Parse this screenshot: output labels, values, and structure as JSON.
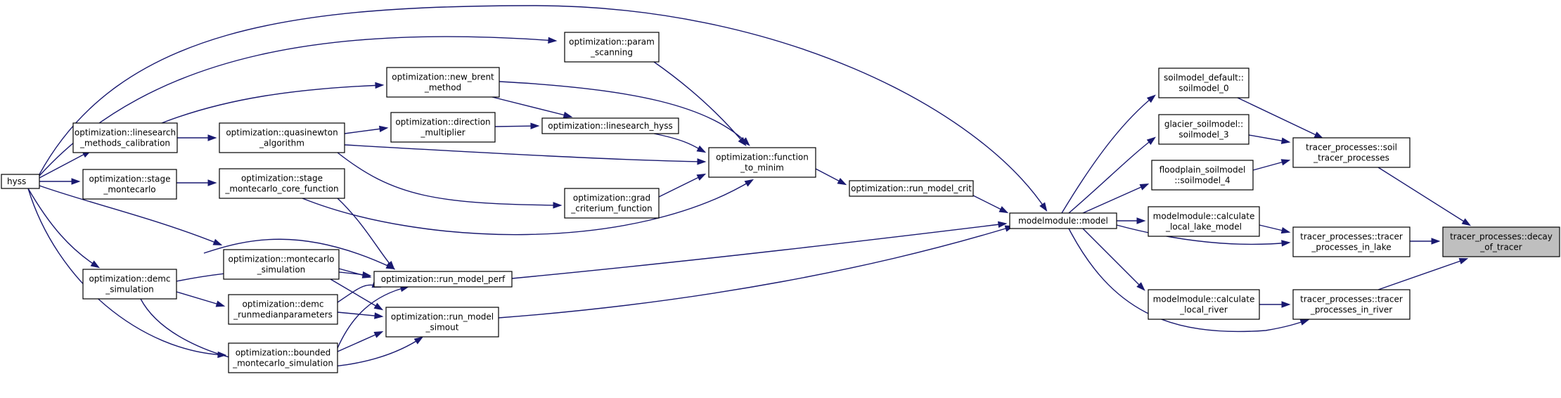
{
  "title": "call graph",
  "colors": {
    "edge": "#191970",
    "node_fill": "#ffffff",
    "focus_fill": "#bfbfbf",
    "border": "#000000"
  },
  "nodes": [
    {
      "id": "hyss",
      "lines": [
        "hyss"
      ]
    },
    {
      "id": "linesearch_methods",
      "lines": [
        "optimization::linesearch",
        "_methods_calibration"
      ]
    },
    {
      "id": "stage_montecarlo",
      "lines": [
        "optimization::stage",
        "_montecarlo"
      ]
    },
    {
      "id": "demc_sim",
      "lines": [
        "optimization::demc",
        "_simulation"
      ]
    },
    {
      "id": "new_brent",
      "lines": [
        "optimization::new_brent",
        "_method"
      ]
    },
    {
      "id": "param_scan",
      "lines": [
        "optimization::param",
        "_scanning"
      ]
    },
    {
      "id": "quasinewton",
      "lines": [
        "optimization::quasinewton",
        "_algorithm"
      ]
    },
    {
      "id": "direction_mult",
      "lines": [
        "optimization::direction",
        "_multiplier"
      ]
    },
    {
      "id": "linesearch_hyss",
      "lines": [
        "optimization::linesearch_hyss"
      ]
    },
    {
      "id": "stage_core",
      "lines": [
        "optimization::stage",
        "_montecarlo_core_function"
      ]
    },
    {
      "id": "grad",
      "lines": [
        "optimization::grad",
        "_criterium_function"
      ]
    },
    {
      "id": "function_to_minim",
      "lines": [
        "optimization::function",
        "_to_minim"
      ]
    },
    {
      "id": "run_model_crit",
      "lines": [
        "optimization::run_model_crit"
      ]
    },
    {
      "id": "montecarlo_sim",
      "lines": [
        "optimization::montecarlo",
        "_simulation"
      ]
    },
    {
      "id": "demc_runmedian",
      "lines": [
        "optimization::demc",
        "_runmedianparameters"
      ]
    },
    {
      "id": "bounded_mc",
      "lines": [
        "optimization::bounded",
        "_montecarlo_simulation"
      ]
    },
    {
      "id": "run_model_perf",
      "lines": [
        "optimization::run_model_perf"
      ]
    },
    {
      "id": "run_model_simout",
      "lines": [
        "optimization::run_model",
        "_simout"
      ]
    },
    {
      "id": "model",
      "lines": [
        "modelmodule::model"
      ]
    },
    {
      "id": "soilmodel_0",
      "lines": [
        "soilmodel_default::",
        "soilmodel_0"
      ]
    },
    {
      "id": "soilmodel_3",
      "lines": [
        "glacier_soilmodel::",
        "soilmodel_3"
      ]
    },
    {
      "id": "soilmodel_4",
      "lines": [
        "floodplain_soilmodel",
        "::soilmodel_4"
      ]
    },
    {
      "id": "calc_lake",
      "lines": [
        "modelmodule::calculate",
        "_local_lake_model"
      ]
    },
    {
      "id": "calc_river",
      "lines": [
        "modelmodule::calculate",
        "_local_river"
      ]
    },
    {
      "id": "soil_tracer",
      "lines": [
        "tracer_processes::soil",
        "_tracer_processes"
      ]
    },
    {
      "id": "tracer_lake",
      "lines": [
        "tracer_processes::tracer",
        "_processes_in_lake"
      ]
    },
    {
      "id": "tracer_river",
      "lines": [
        "tracer_processes::tracer",
        "_processes_in_river"
      ]
    },
    {
      "id": "decay",
      "lines": [
        "tracer_processes::decay",
        "_of_tracer"
      ]
    }
  ]
}
